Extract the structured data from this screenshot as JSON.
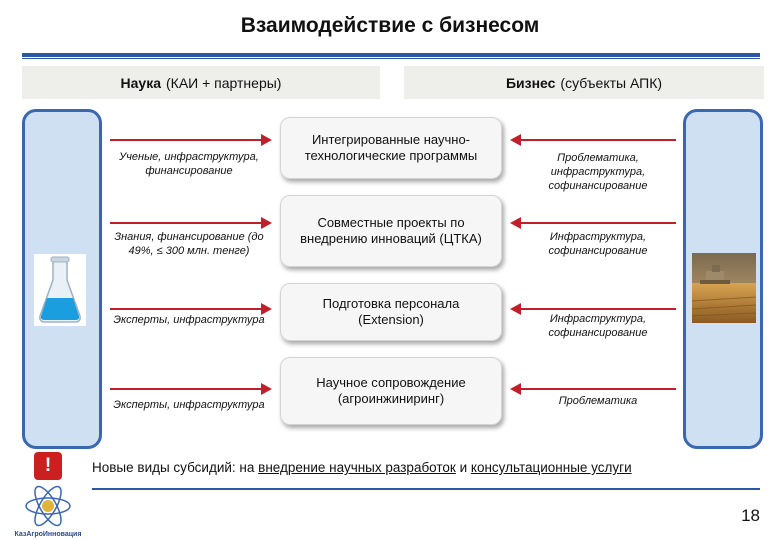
{
  "title": "Взаимодействие с бизнесом",
  "header_left": {
    "bold": "Наука",
    "rest": "(КАИ + партнеры)"
  },
  "header_right": {
    "bold": "Бизнес",
    "rest": "(субъекты АПК)"
  },
  "programs": [
    "Интегрированные научно-технологические программы",
    "Совместные проекты по внедрению инноваций (ЦТКА)",
    "Подготовка персонала (Extension)",
    "Научное сопровождение (агроинжиниринг)"
  ],
  "science_contributions": [
    "Ученые, инфраструктура, финансирование",
    "Знания, финансирование (до 49%, ≤ 300 млн. тенге)",
    "Эксперты, инфраструктура",
    "Эксперты, инфраструктура"
  ],
  "business_contributions": [
    "Проблематика, инфраструктура, софинансирование",
    "Инфраструктура, софинансирование",
    "Инфраструктура, софинансирование",
    "Проблематика"
  ],
  "subsidy_note": {
    "prefix": "Новые виды субсидий: на ",
    "item1": "внедрение научных разработок",
    "middle": " и ",
    "item2": "консультационные услуги"
  },
  "warning_glyph": "!",
  "page_number": "18",
  "logo_text": "КазАгроИнновация",
  "icons": {
    "left": "flask-icon",
    "right": "harvester-photo"
  },
  "colors": {
    "accent": "#2b57a6",
    "arrow": "#c0202a",
    "warning": "#cc1f1f",
    "pillar_fill": "#cfe0f3"
  }
}
